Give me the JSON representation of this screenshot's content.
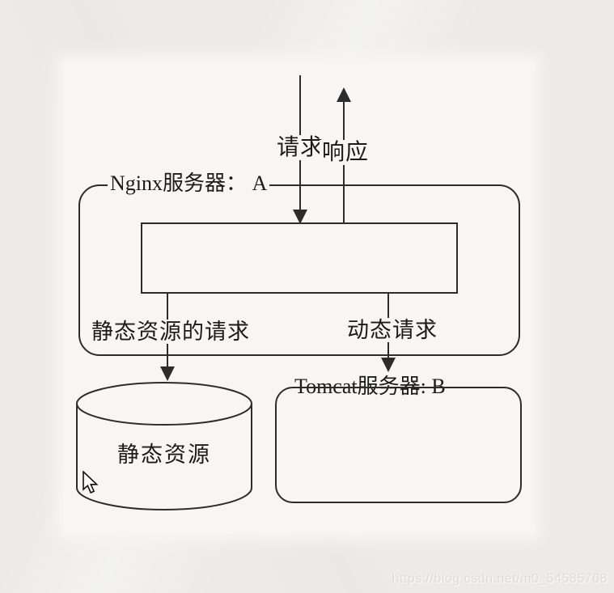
{
  "diagram": {
    "request_label": "请求",
    "response_label": "响应",
    "nginx_label": "Nginx服务器： A",
    "static_request_label": "静态资源的请求",
    "dynamic_request_label": "动态请求",
    "static_store_label": "静态资源",
    "tomcat_label": "Tomcat服务器: B"
  },
  "watermark": "https://blog.csdn.net/m0_54585768",
  "colors": {
    "line": "#2c2c2c",
    "panel": "#f7f6f4",
    "background": "#ecebe9",
    "text": "#1b1b1b",
    "watermark": "#dedbd8"
  }
}
